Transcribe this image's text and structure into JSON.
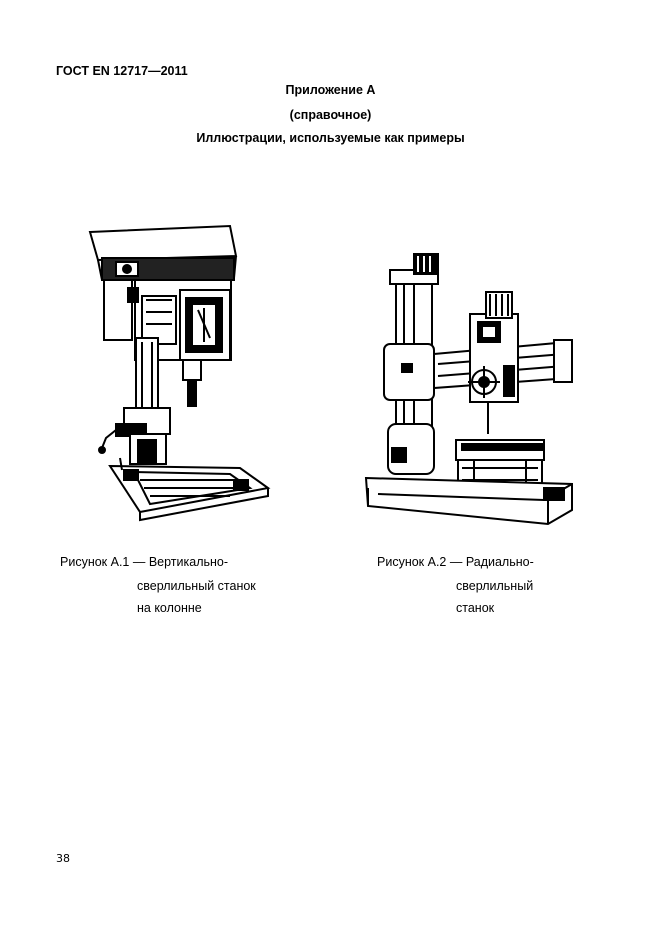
{
  "header": {
    "standard": "ГОСТ EN 12717—2011"
  },
  "annex": {
    "title": "Приложение А",
    "type": "(справочное)",
    "heading": "Иллюстрации, используемые как примеры"
  },
  "figures": [
    {
      "caption_line1": "Рисунок А.1 — Вертикально-",
      "caption_line2": "сверлильный станок",
      "caption_line3": "на колонне"
    },
    {
      "caption_line1": "Рисунок А.2 — Радиально-",
      "caption_line2": "сверлильный",
      "caption_line3": "станок"
    }
  ],
  "footer": {
    "page_number": "38"
  }
}
